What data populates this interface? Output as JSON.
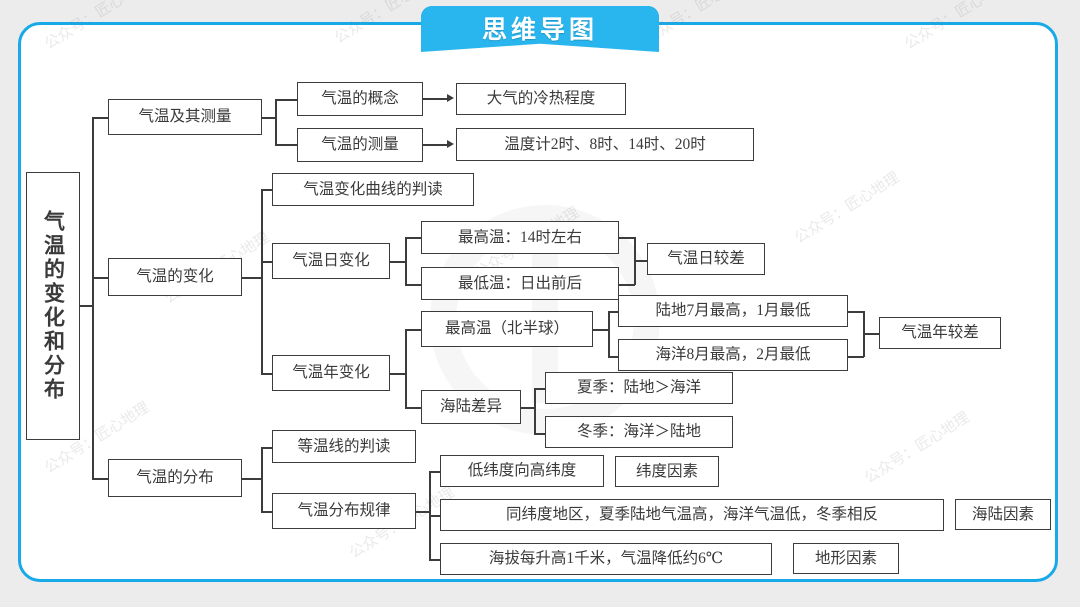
{
  "banner": {
    "title": "思维导图"
  },
  "watermark": {
    "text": "公众号：匠心地理"
  },
  "colors": {
    "frame_border": "#17a9e8",
    "banner_light": "#29b6ef",
    "banner_dark": "#0f9ad8",
    "node_border": "#3c3c3c",
    "page_background": "#ececec"
  },
  "chart_data": {
    "type": "diagram",
    "title": "思维导图",
    "root": "气温的变化和分布",
    "branches": [
      {
        "label": "气温及其测量",
        "children": [
          {
            "label": "气温的概念",
            "children": [
              {
                "label": "大气的冷热程度"
              }
            ]
          },
          {
            "label": "气温的测量",
            "children": [
              {
                "label": "温度计2时、8时、14时、20时"
              }
            ]
          }
        ]
      },
      {
        "label": "气温的变化",
        "children": [
          {
            "label": "气温变化曲线的判读",
            "children": []
          },
          {
            "label": "气温日变化",
            "children": [
              {
                "label": "最高温：14时左右"
              },
              {
                "label": "最低温：日出前后"
              }
            ],
            "summary": "气温日较差"
          },
          {
            "label": "气温年变化",
            "children": [
              {
                "label": "最高温（北半球）",
                "children": [
                  {
                    "label": "陆地7月最高，1月最低"
                  },
                  {
                    "label": "海洋8月最高，2月最低"
                  }
                ],
                "summary": "气温年较差"
              },
              {
                "label": "海陆差异",
                "children": [
                  {
                    "label": "夏季：陆地＞海洋"
                  },
                  {
                    "label": "冬季：海洋＞陆地"
                  }
                ]
              }
            ]
          }
        ]
      },
      {
        "label": "气温的分布",
        "children": [
          {
            "label": "等温线的判读",
            "children": []
          },
          {
            "label": "气温分布规律",
            "children": [
              {
                "label": "低纬度向高纬度",
                "factor": "纬度因素"
              },
              {
                "label": "同纬度地区，夏季陆地气温高，海洋气温低，冬季相反",
                "factor": "海陆因素"
              },
              {
                "label": "海拔每升高1千米，气温降低约6℃",
                "factor": "地形因素"
              }
            ]
          }
        ]
      }
    ]
  },
  "nodes": {
    "root": "气温的变化和分布",
    "b1": "气温及其测量",
    "b1c1": "气温的概念",
    "b1c1r": "大气的冷热程度",
    "b1c2": "气温的测量",
    "b1c2r": "温度计2时、8时、14时、20时",
    "b2": "气温的变化",
    "b2c1": "气温变化曲线的判读",
    "b2c2": "气温日变化",
    "b2c2a": "最高温：14时左右",
    "b2c2b": "最低温：日出前后",
    "b2c2s": "气温日较差",
    "b2c3": "气温年变化",
    "b2c3a": "最高温（北半球）",
    "b2c3a1": "陆地7月最高，1月最低",
    "b2c3a2": "海洋8月最高，2月最低",
    "b2c3as": "气温年较差",
    "b2c3b": "海陆差异",
    "b2c3b1": "夏季：陆地＞海洋",
    "b2c3b2": "冬季：海洋＞陆地",
    "b3": "气温的分布",
    "b3c1": "等温线的判读",
    "b3c2": "气温分布规律",
    "b3c2a": "低纬度向高纬度",
    "b3c2af": "纬度因素",
    "b3c2b": "同纬度地区，夏季陆地气温高，海洋气温低，冬季相反",
    "b3c2bf": "海陆因素",
    "b3c2c": "海拔每升高1千米，气温降低约6℃",
    "b3c2cf": "地形因素"
  }
}
